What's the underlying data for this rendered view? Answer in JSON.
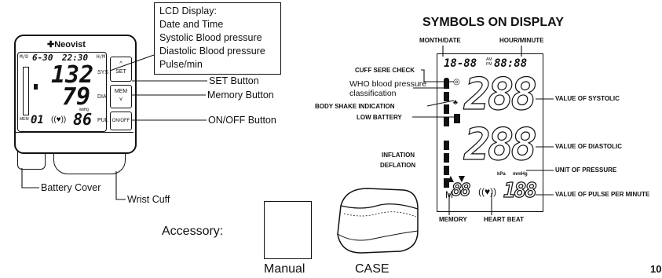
{
  "device": {
    "brand": "Neovist",
    "time": "22:30",
    "date": "6-30",
    "sys": "132",
    "dia": "79",
    "pulse": "86",
    "mem_no": "01",
    "btn_set": "SET",
    "btn_mem": "MEM",
    "btn_onoff": "ON/OFF",
    "label_sys": "SYS",
    "label_dia": "DIA",
    "label_pul": "PUL",
    "mo": "M/D",
    "hm": "H/M",
    "mem": "MEM",
    "mmhg": "mmHg"
  },
  "callout_box": [
    "LCD Display:",
    "Date and Time",
    "Systolic Blood pressure",
    "Diastolic Blood pressure",
    "Pulse/min"
  ],
  "left_labels": {
    "set": "SET Button",
    "memory": "Memory  Button",
    "onoff": "ON/OFF  Button",
    "battery": "Battery Cover",
    "cuff": "Wrist Cuff"
  },
  "symbols": {
    "title": "SYMBOLS ON DISPLAY",
    "month_date": "MONTH/DATE",
    "hour_minute": "HOUR/MINUTE",
    "cuff_check": "CUFF SERE CHECK",
    "who_line1": "WHO blood  pressure",
    "who_line2": "classification",
    "body_shake": "BODY SHAKE INDICATION",
    "low_battery": "LOW BATTERY",
    "inflation": "INFLATION",
    "deflation": "DEFLATION",
    "memory": "MEMORY",
    "heart_beat": "HEART BEAT",
    "val_sys": "VALUE OF SYSTOLIC",
    "val_dia": "VALUE OF DIASTOLIC",
    "unit": "UNIT OF PRESSURE",
    "val_pulse": "VALUE OF PULSE PER MINUTE",
    "lcd_date": "18-88",
    "lcd_time": "88:88",
    "lcd_am": "AM",
    "lcd_pm": "PM",
    "lcd_big": "288",
    "lcd_pulse": "188",
    "lcd_mem": "88",
    "lcd_m": "M",
    "lcd_kpa": "kPa",
    "lcd_mmhg": "mmHg"
  },
  "accessory": {
    "label": "Accessory:",
    "manual": "Manual",
    "case": "CASE"
  },
  "page_number": "10"
}
